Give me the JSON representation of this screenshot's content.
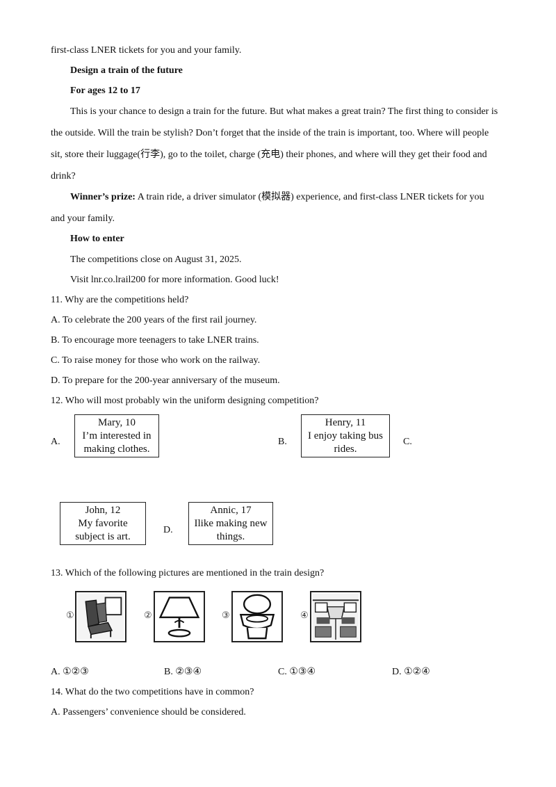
{
  "passage": {
    "line_top": "first-class LNER tickets for you and your family.",
    "heading": "Design a train of the future",
    "ages": "For ages 12 to 17",
    "para1_l1": "This is your chance to design a train for the future. But what makes a great train? The first thing to consider is",
    "para1_l2": "the outside. Will the train be stylish? Don’t forget that the inside of the train is important, too. Where will people",
    "para1_l3": "sit, store their luggage(行李), go to the toilet, charge (充电) their phones, and where will they get their food and",
    "para1_l4": "drink?",
    "prize_label": "Winner’s prize:",
    "prize_text": " A train ride, a driver simulator (模拟器) experience, and first-class LNER tickets for you",
    "prize_l2": "and your family.",
    "how_heading": "How to enter",
    "close": "The competitions close on August 31, 2025.",
    "visit": "Visit lnr.co.lrail200 for more information. Good luck!"
  },
  "q11": {
    "question": "11.  Why are the competitions held?",
    "a": "A.  To celebrate the 200 years of the first rail journey.",
    "b": "B.  To encourage more teenagers to take LNER trains.",
    "c": "C.  To raise money for those who work on the railway.",
    "d": "D.  To prepare for the 200-year anniversary of the museum."
  },
  "q12": {
    "question": "12.  Who will most probably win the uniform designing competition?",
    "label_a": "A.",
    "box_a": [
      "Mary, 10",
      "I’m interested in",
      "making clothes."
    ],
    "label_b": "B.",
    "box_b": [
      "Henry, 11",
      "I enjoy taking bus",
      "rides."
    ],
    "label_c": "C.",
    "box_c": [
      "John, 12",
      "My favorite",
      "subject is art."
    ],
    "label_d": "D.",
    "box_d": [
      "Annic, 17",
      "Ilike making new",
      "things."
    ]
  },
  "q13": {
    "question": "13.  Which of the following pictures are mentioned in the train design?",
    "pic_labels": [
      "①",
      "②",
      "③",
      "④"
    ],
    "pic_icons": [
      "train-seat-icon",
      "lamp-icon",
      "toilet-icon",
      "train-dining-car-icon"
    ],
    "a": "A.  ①②③",
    "b": "B.  ②③④",
    "c": "C.  ①③④",
    "d": "D.  ①②④"
  },
  "q14": {
    "question": "14.  What do the two competitions have in common?",
    "a": "A.  Passengers’ convenience should be considered."
  }
}
